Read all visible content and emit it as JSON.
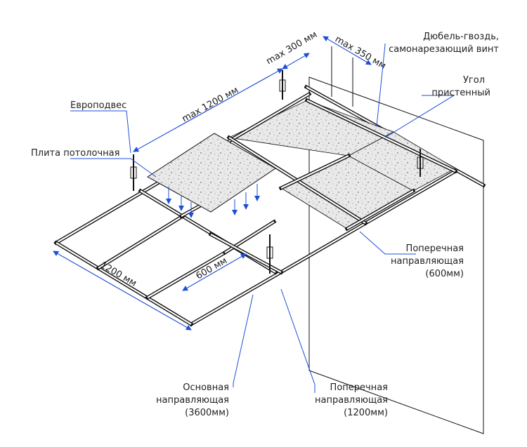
{
  "labels": {
    "europodves": "Европодвес",
    "plate": "Плита потолочная",
    "dowel_line1": "Дюбель-гвоздь,",
    "dowel_line2": "самонарезающий винт",
    "corner_line1": "Угол",
    "corner_line2": "пристенный",
    "cross600_line1": "Поперечная",
    "cross600_line2": "направляющая",
    "cross600_line3": "(600мм)",
    "main_line1": "Основная",
    "main_line2": "направляющая",
    "main_line3": "(3600мм)",
    "cross1200_line1": "Поперечная",
    "cross1200_line2": "направляющая",
    "cross1200_line3": "(1200мм)"
  },
  "dimensions": {
    "max1200": "max 1200 мм",
    "max300": "max 300 мм",
    "max350": "max 350 мм",
    "d1200": "1200 мм",
    "d600": "600 мм"
  },
  "colors": {
    "accent": "#1d4ed8",
    "line": "#111111"
  }
}
